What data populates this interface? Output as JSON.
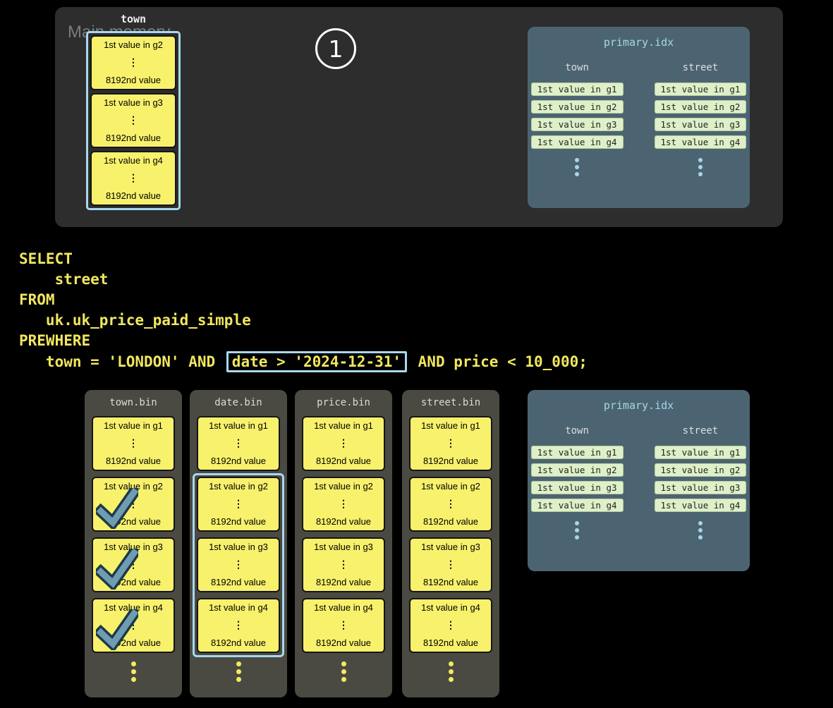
{
  "step_badge": "1",
  "memory": {
    "label": "Main memory",
    "column_header": "town",
    "blocks": [
      {
        "first": "1st value in g2",
        "ellipsis": "⋮",
        "last": "8192nd value"
      },
      {
        "first": "1st value in g3",
        "ellipsis": "⋮",
        "last": "8192nd value"
      },
      {
        "first": "1st value in g4",
        "ellipsis": "⋮",
        "last": "8192nd value"
      }
    ]
  },
  "sql": {
    "lines": [
      [
        {
          "text": "SELECT"
        }
      ],
      [
        {
          "text": "    street"
        }
      ],
      [
        {
          "text": "FROM"
        }
      ],
      [
        {
          "text": "   uk.uk_price_paid_simple"
        }
      ],
      [
        {
          "text": "PREWHERE"
        }
      ],
      [
        {
          "text": "   town = 'LONDON' AND "
        },
        {
          "text": "date > '2024-12-31'",
          "boxed": true
        },
        {
          "text": " AND price < 10_000;"
        }
      ]
    ]
  },
  "primary_index": {
    "title": "primary.idx",
    "columns": [
      {
        "header": "town",
        "entries": [
          "1st value in g1",
          "1st value in g2",
          "1st value in g3",
          "1st value in g4"
        ]
      },
      {
        "header": "street",
        "entries": [
          "1st value in g1",
          "1st value in g2",
          "1st value in g3",
          "1st value in g4"
        ]
      }
    ]
  },
  "bins": [
    {
      "title": "town.bin",
      "highlighted": false,
      "granules": [
        {
          "first": "1st value in g1",
          "ellipsis": "⋮",
          "last": "8192nd value",
          "checked": false
        },
        {
          "first": "1st value in g2",
          "ellipsis": "⋮",
          "last": "8192nd value",
          "checked": true
        },
        {
          "first": "1st value in g3",
          "ellipsis": "⋮",
          "last": "8192nd value",
          "checked": true
        },
        {
          "first": "1st value in g4",
          "ellipsis": "⋮",
          "last": "8192nd value",
          "checked": true
        }
      ]
    },
    {
      "title": "date.bin",
      "highlighted": true,
      "granules": [
        {
          "first": "1st value in g1",
          "ellipsis": "⋮",
          "last": "8192nd value",
          "checked": false
        },
        {
          "first": "1st value in g2",
          "ellipsis": "⋮",
          "last": "8192nd value",
          "checked": false
        },
        {
          "first": "1st value in g3",
          "ellipsis": "⋮",
          "last": "8192nd value",
          "checked": false
        },
        {
          "first": "1st value in g4",
          "ellipsis": "⋮",
          "last": "8192nd value",
          "checked": false
        }
      ]
    },
    {
      "title": "price.bin",
      "highlighted": false,
      "granules": [
        {
          "first": "1st value in g1",
          "ellipsis": "⋮",
          "last": "8192nd value",
          "checked": false
        },
        {
          "first": "1st value in g2",
          "ellipsis": "⋮",
          "last": "8192nd value",
          "checked": false
        },
        {
          "first": "1st value in g3",
          "ellipsis": "⋮",
          "last": "8192nd value",
          "checked": false
        },
        {
          "first": "1st value in g4",
          "ellipsis": "⋮",
          "last": "8192nd value",
          "checked": false
        }
      ]
    },
    {
      "title": "street.bin",
      "highlighted": false,
      "granules": [
        {
          "first": "1st value in g1",
          "ellipsis": "⋮",
          "last": "8192nd value",
          "checked": false
        },
        {
          "first": "1st value in g2",
          "ellipsis": "⋮",
          "last": "8192nd value",
          "checked": false
        },
        {
          "first": "1st value in g3",
          "ellipsis": "⋮",
          "last": "8192nd value",
          "checked": false
        },
        {
          "first": "1st value in g4",
          "ellipsis": "⋮",
          "last": "8192nd value",
          "checked": false
        }
      ]
    }
  ],
  "colors": {
    "granule_yellow": "#f8f16c",
    "highlight_blue": "#a8d8ef",
    "index_entry_green": "#def0c8",
    "sql_yellow": "#f0e75f",
    "index_panel_bg": "#4c6472",
    "bin_panel_bg": "#4a4a42",
    "memory_panel_bg": "#2d2d2d",
    "checkmark_blue": "#6f9cb2"
  }
}
